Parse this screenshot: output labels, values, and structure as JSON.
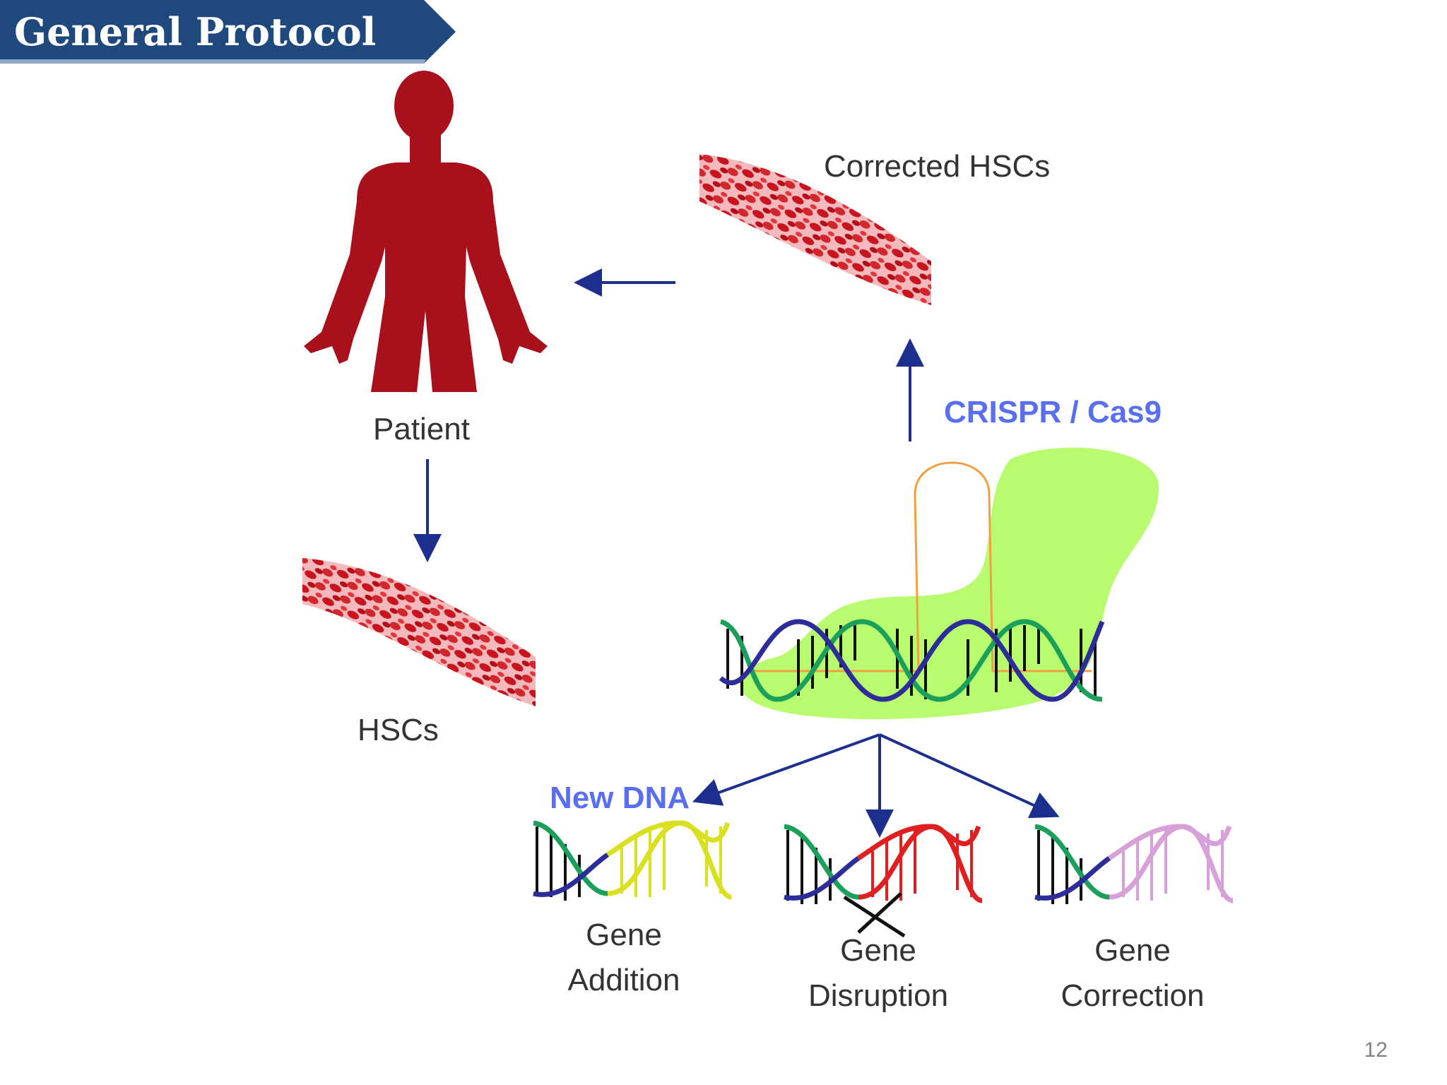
{
  "slide": {
    "title": "General Protocol",
    "page_number": "12"
  },
  "labels": {
    "patient": "Patient",
    "hscs": "HSCs",
    "corrected_hscs": "Corrected HSCs",
    "crispr": "CRISPR / Cas9",
    "new_dna": "New DNA",
    "gene_addition_line1": "Gene",
    "gene_addition_line2": "Addition",
    "gene_disruption_line1": "Gene",
    "gene_disruption_line2": "Disruption",
    "gene_correction_line1": "Gene",
    "gene_correction_line2": "Correction"
  },
  "colors": {
    "banner": "#1f497d",
    "body": "#a8101c",
    "blood": "#c8141e",
    "arrow": "#1c2f8f",
    "cas9": "#b8fb6e",
    "guide_rna": "#f0a040",
    "strand_blue": "#2d2d9a",
    "strand_green": "#1aa05a",
    "new_dna": "#d8e020",
    "disrupted": "#e02020",
    "corrected": "#d8a0d8"
  }
}
